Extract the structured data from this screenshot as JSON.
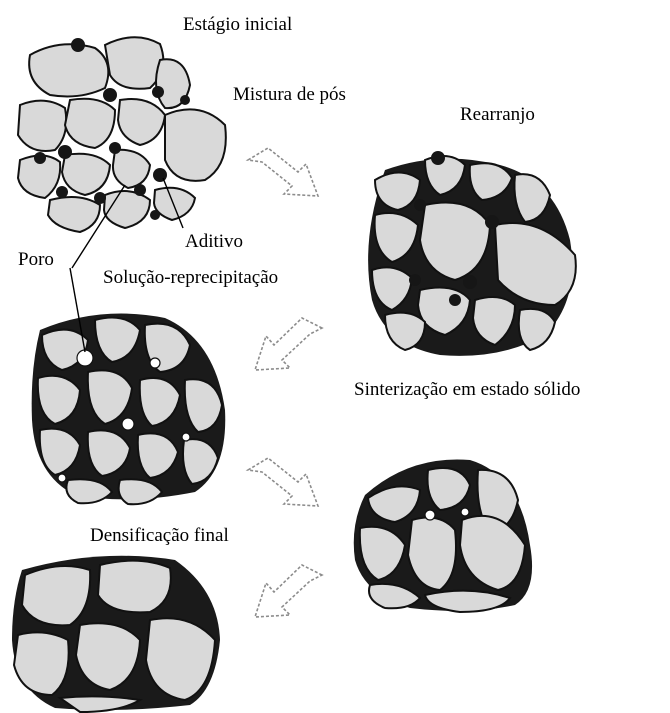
{
  "labels": {
    "initial_stage": "Estágio inicial",
    "powder_mixture": "Mistura de pós",
    "rearrangement": "Rearranjo",
    "additive": "Aditivo",
    "pore": "Poro",
    "solution_reprecipitation": "Solução-reprecipitação",
    "solid_state_sintering": "Sinterização em estado sólido",
    "final_densification": "Densificação final"
  },
  "colors": {
    "grain_fill": "#d9d9d9",
    "binder": "#1a1a1a",
    "arrow_outline": "#8c8c8c",
    "background": "#ffffff"
  }
}
